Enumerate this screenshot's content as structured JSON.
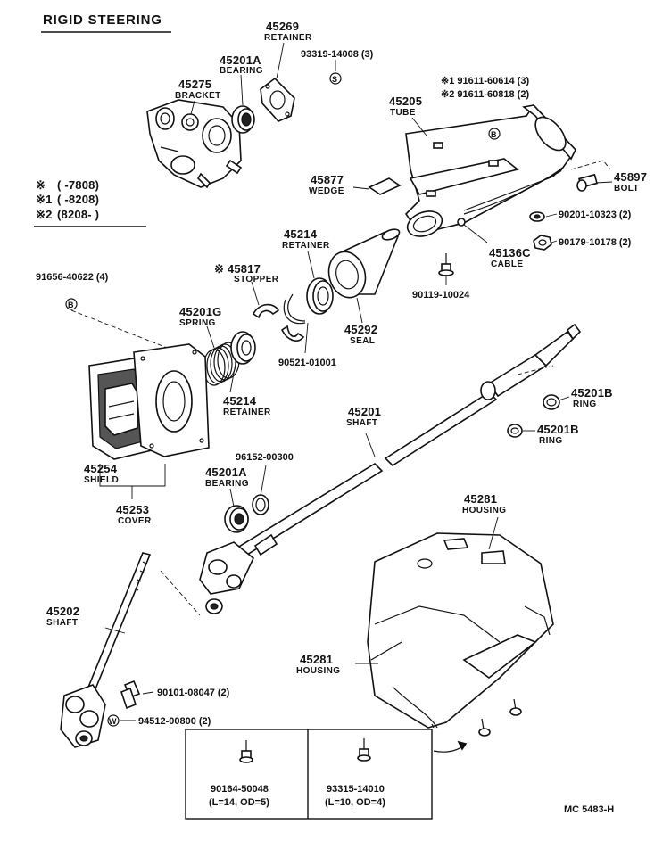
{
  "title": "RIGID STEERING",
  "legend": {
    "rows": [
      {
        "mark": "※",
        "range": "(        -7808)"
      },
      {
        "mark": "※1",
        "range": "(        -8208)"
      },
      {
        "mark": "※2",
        "range": "(8208-         )"
      }
    ]
  },
  "labels": {
    "p45269": {
      "number": "45269",
      "name": "RETAINER"
    },
    "p93319": {
      "number": "93319-14008 (3)"
    },
    "p45201A_top": {
      "number": "45201A",
      "name": "BEARING"
    },
    "p45275": {
      "number": "45275",
      "name": "BRACKET"
    },
    "p91611_1": {
      "number": "※1 91611-60614 (3)"
    },
    "p91611_2": {
      "number": "※2 91611-60818 (2)"
    },
    "p45205": {
      "number": "45205",
      "name": "TUBE"
    },
    "p45877": {
      "number": "45877",
      "name": "WEDGE"
    },
    "p45897": {
      "number": "45897",
      "name": "BOLT"
    },
    "p90201": {
      "number": "90201-10323 (2)"
    },
    "p90179": {
      "number": "90179-10178 (2)"
    },
    "p45136C": {
      "number": "45136C",
      "name": "CABLE"
    },
    "p90119": {
      "number": "90119-10024"
    },
    "p45214_top": {
      "number": "45214",
      "name": "RETAINER"
    },
    "p45292": {
      "number": "45292",
      "name": "SEAL"
    },
    "p90521": {
      "number": "90521-01001"
    },
    "p45817": {
      "number": "※ 45817",
      "name": "STOPPER"
    },
    "p91656": {
      "number": "91656-40622 (4)"
    },
    "p45201G": {
      "number": "45201G",
      "name": "SPRING"
    },
    "p45214_bot": {
      "number": "45214",
      "name": "RETAINER"
    },
    "p45201B_1": {
      "number": "45201B",
      "name": "RING"
    },
    "p45201B_2": {
      "number": "45201B",
      "name": "RING"
    },
    "p45201": {
      "number": "45201",
      "name": "SHAFT"
    },
    "p45254": {
      "number": "45254",
      "name": "SHIELD"
    },
    "p45253": {
      "number": "45253",
      "name": "COVER"
    },
    "p96152": {
      "number": "96152-00300"
    },
    "p45201A_bot": {
      "number": "45201A",
      "name": "BEARING"
    },
    "p45281_top": {
      "number": "45281",
      "name": "HOUSING"
    },
    "p45281_bot": {
      "number": "45281",
      "name": "HOUSING"
    },
    "p45202": {
      "number": "45202",
      "name": "SHAFT"
    },
    "p90101": {
      "number": "90101-08047 (2)"
    },
    "p94512": {
      "number": "94512-00800 (2)"
    }
  },
  "callouts": {
    "b_mark": "B",
    "s_mark": "S",
    "w_mark": "W"
  },
  "screw_box": {
    "left": {
      "number": "90164-50048",
      "spec": "(L=14, OD=5)"
    },
    "right": {
      "number": "93315-14010",
      "spec": "(L=10, OD=4)"
    }
  },
  "catalog_code": "MC  5483-H"
}
